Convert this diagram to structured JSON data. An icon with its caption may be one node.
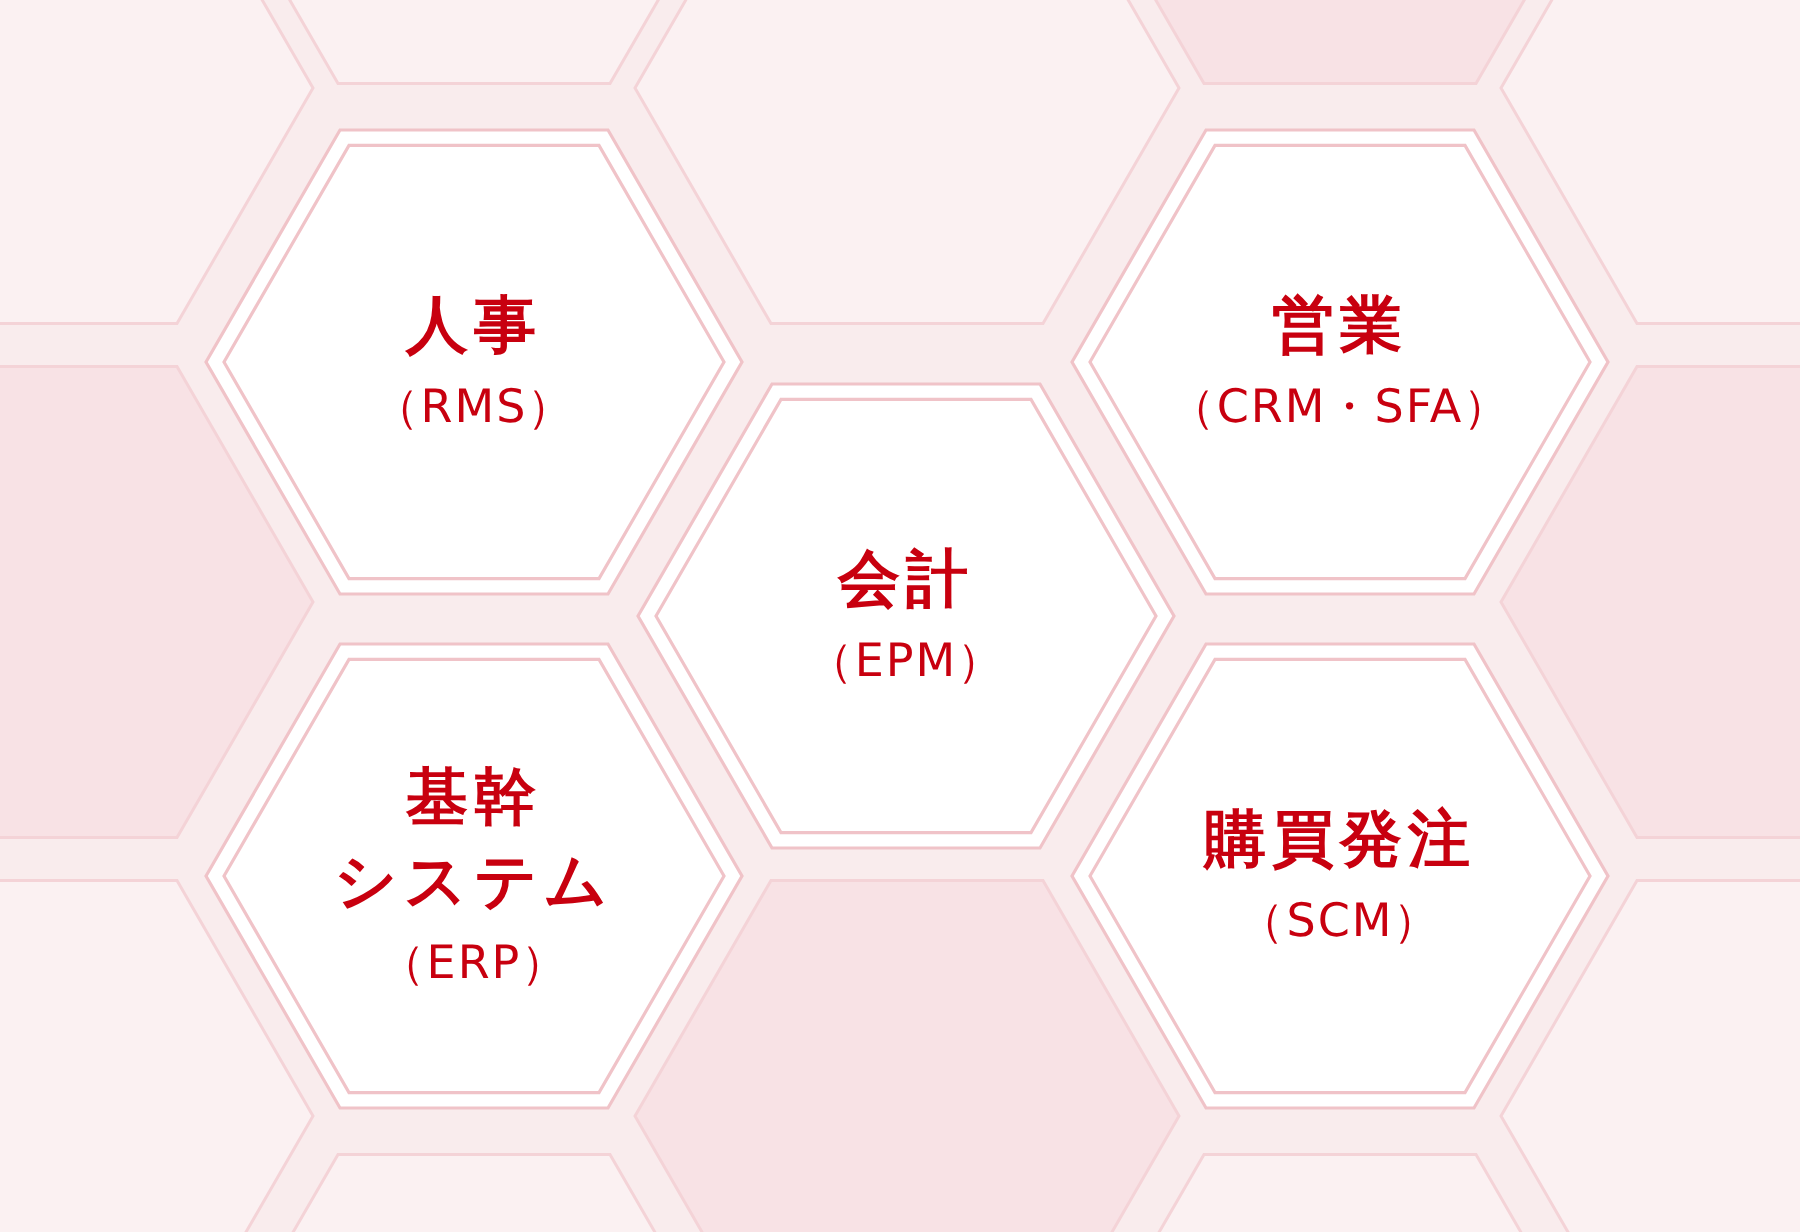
{
  "diagram": {
    "nodes": [
      {
        "text": [
          "人事",
          "（RMS）"
        ]
      },
      {
        "text": [
          "営業",
          "（CRM・SFA）"
        ]
      },
      {
        "text": [
          "会計",
          "（EPM）"
        ]
      },
      {
        "text": [
          "基幹システム",
          "（ERP）"
        ]
      },
      {
        "text": [
          "購買発注",
          "（SCM）"
        ]
      }
    ],
    "edges": []
  }
}
